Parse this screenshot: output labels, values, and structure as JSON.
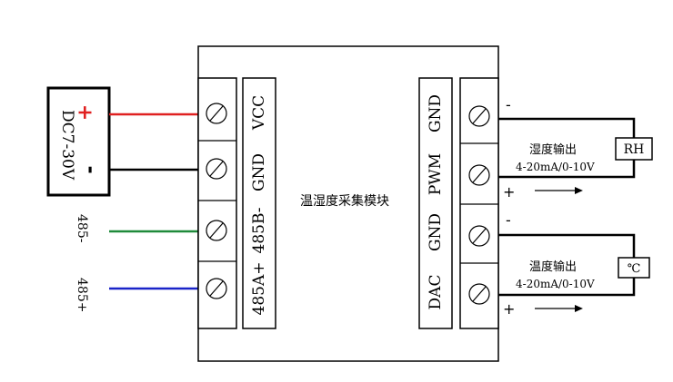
{
  "power": {
    "label": "DC7-30V",
    "plus": "+",
    "minus": "-",
    "plus_color": "#e02020",
    "minus_color": "#000000"
  },
  "wires": {
    "red": "#e02020",
    "black": "#000000",
    "green": "#1f8a3a",
    "blue": "#1a24c8"
  },
  "bus": {
    "b_label": "485-",
    "a_label": "485+"
  },
  "module": {
    "title": "温湿度采集模块"
  },
  "left_strip": {
    "labels": [
      "VCC",
      "GND",
      "485B-",
      "485A+"
    ]
  },
  "right_strip": {
    "labels": [
      "GND",
      "PWM",
      "GND",
      "DAC"
    ]
  },
  "outputs": [
    {
      "minus": "-",
      "plus": "+",
      "name": "湿度输出",
      "range": "4-20mA/0-10V",
      "sensor": "RH"
    },
    {
      "minus": "-",
      "plus": "+",
      "name": "温度输出",
      "range": "4-20mA/0-10V",
      "sensor": "℃"
    }
  ]
}
